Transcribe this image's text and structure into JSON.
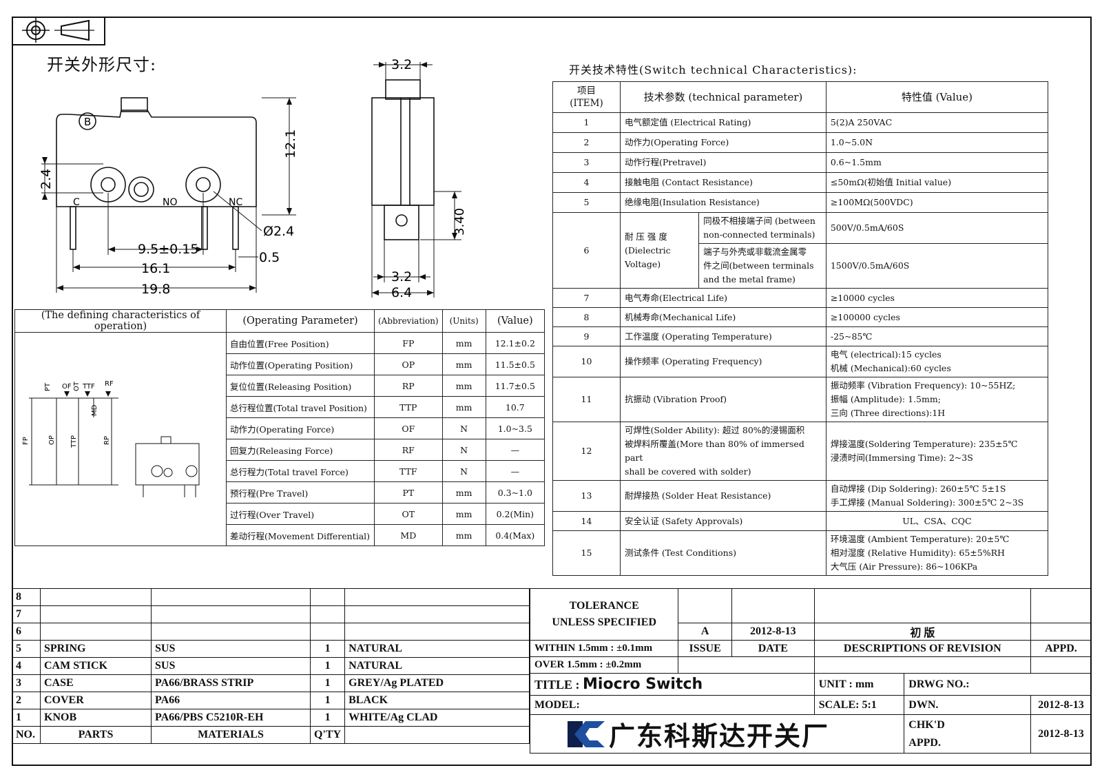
{
  "titles": {
    "outline": "开关外形尺寸:",
    "tech": "开关技术特性(Switch technical Characteristics):"
  },
  "dims_front": {
    "d12_1": "12.1",
    "d2_4": "2.4",
    "c": "C",
    "no": "NO",
    "nc": "NC",
    "hole": "Ø2.4",
    "d9_5": "9.5±0.15",
    "d0_5": "0.5",
    "d16_1": "16.1",
    "d19_8": "19.8",
    "screw": "B"
  },
  "dims_side": {
    "top": "3.2",
    "lug": "3.40",
    "bottom": "3.2",
    "width": "6.4"
  },
  "op_table": {
    "headers": [
      "(The defining characteristics of operation)",
      "(Operating Parameter)",
      "(Abbreviation)",
      "(Units)",
      "(Value)"
    ],
    "rows": [
      [
        "自由位置(Free Position)",
        "FP",
        "mm",
        "12.1±0.2"
      ],
      [
        "动作位置(Operating Position)",
        "OP",
        "mm",
        "11.5±0.5"
      ],
      [
        "复位位置(Releasing Position)",
        "RP",
        "mm",
        "11.7±0.5"
      ],
      [
        "总行程位置(Total travel Position)",
        "TTP",
        "mm",
        "10.7"
      ],
      [
        "动作力(Operating Force)",
        "OF",
        "N",
        "1.0~3.5"
      ],
      [
        "回复力(Releasing Force)",
        "RF",
        "N",
        "—"
      ],
      [
        "总行程力(Total travel Force)",
        "TTF",
        "N",
        "—"
      ],
      [
        "预行程(Pre Travel)",
        "PT",
        "mm",
        "0.3~1.0"
      ],
      [
        "过行程(Over Travel)",
        "OT",
        "mm",
        "0.2(Min)"
      ],
      [
        "差动行程(Movement Differential)",
        "MD",
        "mm",
        "0.4(Max)"
      ]
    ],
    "fig_labels": {
      "pt": "PT",
      "of": "OF",
      "ot": "OT",
      "ttf": "TTF",
      "rf": "RF",
      "md": "MD",
      "fp": "FP",
      "op": "OP",
      "ttp": "TTP",
      "rp": "RP"
    }
  },
  "spec_table": {
    "headers": {
      "item_1": "项目",
      "item_2": "(ITEM)",
      "param": "技术参数 (technical parameter)",
      "value": "特性值 (Value)"
    },
    "rows": [
      {
        "no": "1",
        "param": "电气额定值 (Electrical Rating)",
        "value": [
          "5(2)A 250VAC"
        ]
      },
      {
        "no": "2",
        "param": "动作力(Operating Force)",
        "value": [
          "1.0~5.0N"
        ]
      },
      {
        "no": "3",
        "param": "动作行程(Pretravel)",
        "value": [
          "0.6~1.5mm"
        ]
      },
      {
        "no": "4",
        "param": "接触电阻 (Contact Resistance)",
        "value": [
          "≤50mΩ(初始值 Initial value)"
        ]
      },
      {
        "no": "5",
        "param": "绝缘电阻(Insulation Resistance)",
        "value": [
          "≥100MΩ(500VDC)"
        ]
      }
    ],
    "row6": {
      "no": "6",
      "label": [
        "耐 压 强 度",
        "(Dielectric",
        "Voltage)"
      ],
      "sub1": [
        "同极不相接端子间 (between",
        "non-connected terminals)"
      ],
      "val1": "500V/0.5mA/60S",
      "sub2": [
        "端子与外壳或非载流金属零",
        "件之间(between terminals",
        "and the metal frame)"
      ],
      "val2": "1500V/0.5mA/60S"
    },
    "rows2": [
      {
        "no": "7",
        "param": [
          "电气寿命(Electrical Life)"
        ],
        "value": [
          "≥10000 cycles"
        ]
      },
      {
        "no": "8",
        "param": [
          "机械寿命(Mechanical Life)"
        ],
        "value": [
          "≥100000 cycles"
        ]
      },
      {
        "no": "9",
        "param": [
          "工作温度 (Operating Temperature)"
        ],
        "value": [
          "-25~85℃"
        ]
      },
      {
        "no": "10",
        "param": [
          "操作频率 (Operating Frequency)"
        ],
        "value": [
          "电气 (electrical):15 cycles",
          "机械 (Mechanical):60 cycles"
        ]
      },
      {
        "no": "11",
        "param": [
          "抗振动 (Vibration Proof)"
        ],
        "value": [
          "振动频率 (Vibration Frequency): 10~55HZ;",
          "振幅 (Amplitude): 1.5mm;",
          "三向 (Three directions):1H"
        ]
      },
      {
        "no": "12",
        "param": [
          "可焊性(Solder Ability): 超过 80%的浸锡面积",
          "被焊料所覆盖(More than 80% of immersed part",
          "shall be covered with solder)"
        ],
        "value": [
          "焊接温度(Soldering Temperature): 235±5℃",
          "浸渍时间(Immersing Time): 2~3S"
        ]
      },
      {
        "no": "13",
        "param": [
          "耐焊接热 (Solder Heat Resistance)"
        ],
        "value": [
          "自动焊接 (Dip Soldering): 260±5℃ 5±1S",
          "手工焊接 (Manual Soldering): 300±5℃ 2~3S"
        ]
      },
      {
        "no": "14",
        "param": [
          "安全认证 (Safety Approvals)"
        ],
        "value": [
          "UL、CSA、CQC"
        ]
      },
      {
        "no": "15",
        "param": [
          "测试条件 (Test Conditions)"
        ],
        "value": [
          "环境温度 (Ambient Temperature): 20±5℃",
          "相对湿度 (Relative Humidity): 65±5%RH",
          "大气压 (Air Pressure): 86~106KPa"
        ]
      }
    ]
  },
  "parts": {
    "rows": [
      {
        "no": "8",
        "part": "",
        "material": "",
        "qty": "",
        "finish": ""
      },
      {
        "no": "7",
        "part": "",
        "material": "",
        "qty": "",
        "finish": ""
      },
      {
        "no": "6",
        "part": "",
        "material": "",
        "qty": "",
        "finish": ""
      },
      {
        "no": "5",
        "part": "SPRING",
        "material": "SUS",
        "qty": "1",
        "finish": "NATURAL"
      },
      {
        "no": "4",
        "part": "CAM STICK",
        "material": "SUS",
        "qty": "1",
        "finish": "NATURAL"
      },
      {
        "no": "3",
        "part": "CASE",
        "material": "PA66/BRASS STRIP",
        "qty": "1",
        "finish": "GREY/Ag PLATED"
      },
      {
        "no": "2",
        "part": "COVER",
        "material": "PA66",
        "qty": "1",
        "finish": "BLACK"
      },
      {
        "no": "1",
        "part": "KNOB",
        "material": "PA66/PBS C5210R-EH",
        "qty": "1",
        "finish": "WHITE/Ag CLAD"
      }
    ],
    "footer": {
      "no": "NO.",
      "part": "PARTS",
      "material": "MATERIALS",
      "qty": "Q'TY"
    }
  },
  "title_block": {
    "tolerance_1": "TOLERANCE",
    "tolerance_2": "UNLESS  SPECIFIED",
    "within": "WITHIN 1.5mm : ±0.1mm",
    "over": "OVER 1.5mm : ±0.2mm",
    "issue_val": "A",
    "date_val": "2012-8-13",
    "desc_val": "初 版",
    "issue": "ISSUE",
    "date": "DATE",
    "desc": "DESCRIPTIONS OF REVISION",
    "appd": "APPD.",
    "title_label": "TITLE :",
    "title_value": "Miocro Switch",
    "unit_label": "UNIT :",
    "unit_value": "mm",
    "drwg": "DRWG NO.:",
    "model": "MODEL:",
    "scale_label": "SCALE:",
    "scale_value": "5:1",
    "dwn": "DWN.",
    "dwn_date": "2012-8-13",
    "chkd": "CHK'D",
    "chkd_date": "2012-8-13",
    "appd2": "APPD.",
    "company": "广东科斯达开关厂"
  },
  "colors": {
    "logo_blue": "#1f4fa0",
    "logo_dark": "#0d1f4a",
    "ink": "#111111"
  }
}
